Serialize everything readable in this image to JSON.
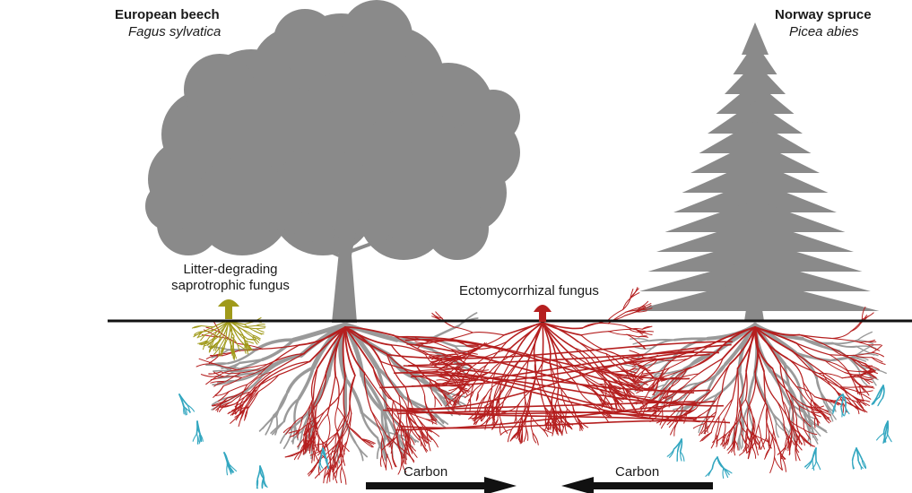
{
  "colors": {
    "tree": "#8a8a8a",
    "root_tree": "#9a9a9a",
    "fine_root": "#33a7c0",
    "ecm_fungus": "#b51f1f",
    "saprotroph": "#a09a1a",
    "ground": "#111111",
    "arrow": "#111111"
  },
  "species": {
    "beech_common": "European beech",
    "beech_latin": "Fagus sylvatica",
    "spruce_common": "Norway spruce",
    "spruce_latin": "Picea abies"
  },
  "fungi": {
    "saprotroph_line1": "Litter-degrading",
    "saprotroph_line2": "saprotrophic fungus",
    "ecm_label": "Ectomycorrhizal fungus"
  },
  "flow": {
    "left_label": "Carbon",
    "right_label": "Carbon"
  }
}
